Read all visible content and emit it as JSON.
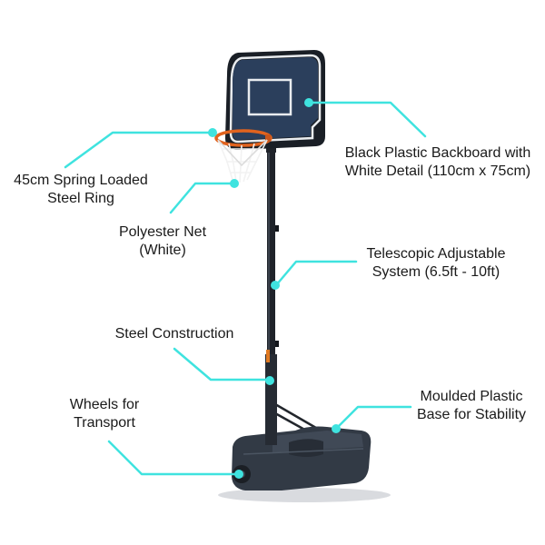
{
  "accent_color": "#3fe3df",
  "callouts": {
    "ring": {
      "lines": [
        "45cm Spring Loaded",
        "Steel Ring"
      ]
    },
    "net": {
      "lines": [
        "Polyester Net",
        "(White)"
      ]
    },
    "backboard": {
      "lines": [
        "Black Plastic Backboard with",
        "White Detail (110cm x 75cm)"
      ]
    },
    "telescopic": {
      "lines": [
        "Telescopic Adjustable",
        "System (6.5ft - 10ft)"
      ]
    },
    "construction": {
      "lines": [
        "Steel Construction"
      ]
    },
    "wheels": {
      "lines": [
        "Wheels for",
        "Transport"
      ]
    },
    "base": {
      "lines": [
        "Moulded Plastic",
        "Base for Stability"
      ]
    }
  }
}
